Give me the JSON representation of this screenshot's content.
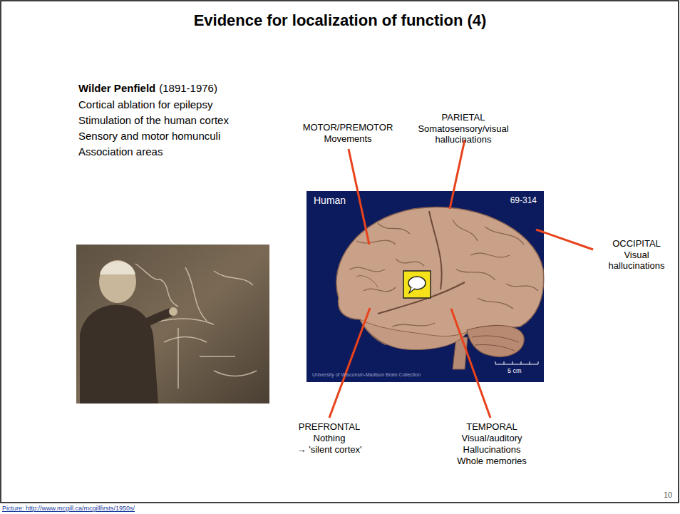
{
  "diagram": {
    "title": "Evidence for localization of function (4)",
    "nodes": [
      {
        "text": [
          "Human",
          "69-314",
          "University of Wisconsin-Madison Brain Collection",
          "5 cm"
        ]
      }
    ],
    "labels": [
      "Wilder Penfield",
      "(1891-1976)",
      "Cortical ablation for epilepsy",
      "Stimulation of the human cortex",
      "Sensory and motor homunculi",
      "Association areas",
      "MOTOR/PREMOTOR",
      "Movements",
      "PARIETAL",
      "Somatosensory/visual hallucinations",
      "OCCIPITAL",
      "Visual hallucinations",
      "PREFRONTAL",
      "Nothing",
      "→ 'silent cortex'",
      "TEMPORAL",
      "Visual/auditory",
      "Hallucinations",
      "Whole memories",
      "10",
      "Picture: http://www.mcgill.ca/mcgillfirsts/1950s/"
    ]
  }
}
